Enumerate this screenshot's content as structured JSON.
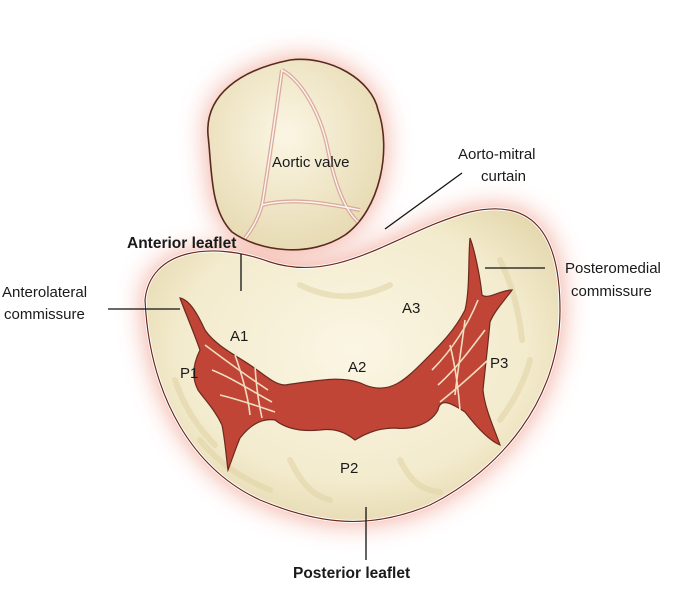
{
  "labels": {
    "aortic_valve": "Aortic valve",
    "aorto_mitral_line1": "Aorto-mitral",
    "aorto_mitral_line2": "curtain",
    "anterior_leaflet": "Anterior leaflet",
    "anterolateral_line1": "Anterolateral",
    "anterolateral_line2": "commissure",
    "posteromedial_line1": "Posteromedial",
    "posteromedial_line2": "commissure",
    "posterior_leaflet": "Posterior leaflet"
  },
  "segments": {
    "a1": "A1",
    "a2": "A2",
    "a3": "A3",
    "p1": "P1",
    "p2": "P2",
    "p3": "P3"
  },
  "colors": {
    "tissue": "#f6efd6",
    "tissue_shadow": "#e6dcb8",
    "opening": "#c0473a",
    "halo": "#e8836f",
    "outline": "#6b2a20"
  }
}
